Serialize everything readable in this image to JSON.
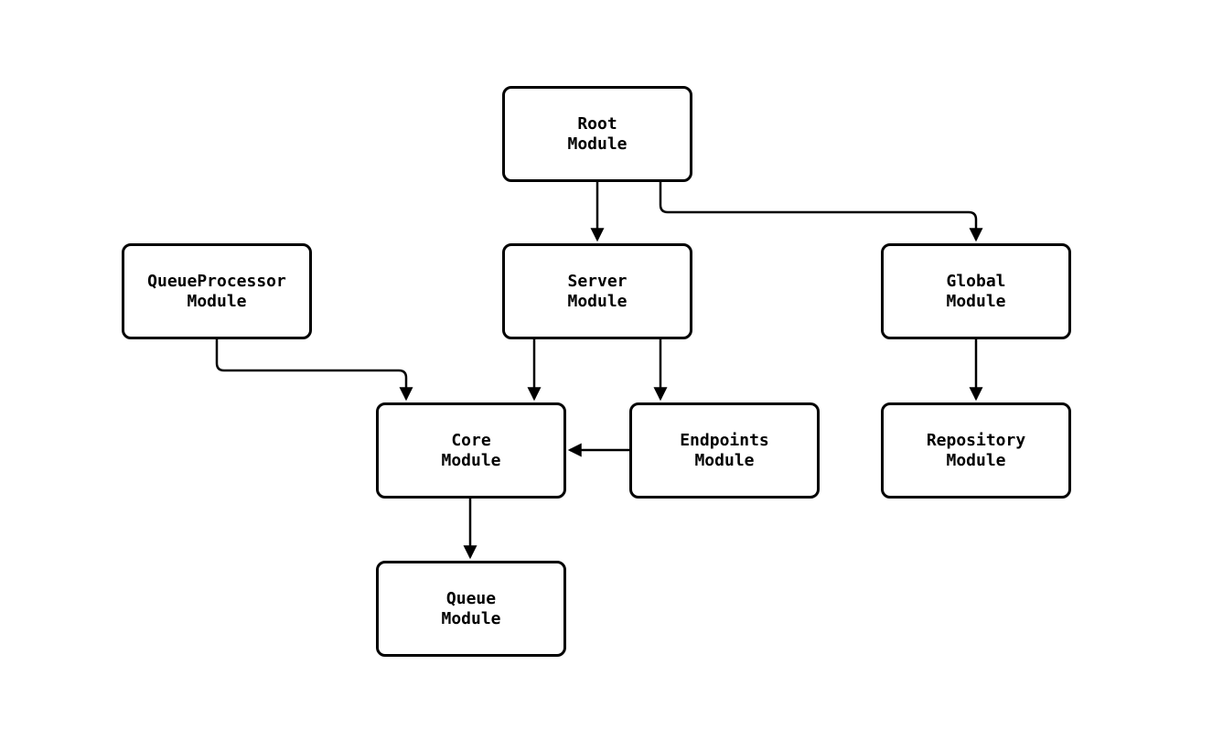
{
  "diagram": {
    "background_color": "#ffffff",
    "node_fill_color": "#ffffff",
    "stroke_color": "#000000",
    "nodes": {
      "root": {
        "label": "Root\nModule"
      },
      "queueprocessor": {
        "label": "QueueProcessor\nModule"
      },
      "server": {
        "label": "Server\nModule"
      },
      "global": {
        "label": "Global\nModule"
      },
      "core": {
        "label": "Core\nModule"
      },
      "endpoints": {
        "label": "Endpoints\nModule"
      },
      "repository": {
        "label": "Repository\nModule"
      },
      "queue": {
        "label": "Queue\nModule"
      }
    },
    "edges": [
      {
        "from": "Root Module",
        "to": "Server Module"
      },
      {
        "from": "Root Module",
        "to": "Global Module"
      },
      {
        "from": "QueueProcessor Module",
        "to": "Core Module"
      },
      {
        "from": "Server Module",
        "to": "Core Module"
      },
      {
        "from": "Server Module",
        "to": "Endpoints Module"
      },
      {
        "from": "Endpoints Module",
        "to": "Core Module"
      },
      {
        "from": "Global Module",
        "to": "Repository Module"
      },
      {
        "from": "Core Module",
        "to": "Queue Module"
      }
    ]
  }
}
